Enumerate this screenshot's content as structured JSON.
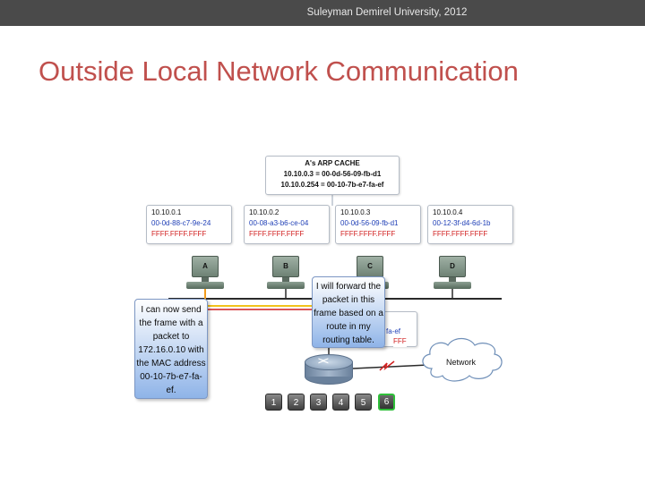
{
  "header": {
    "university": "Suleyman Demirel University, 2012"
  },
  "slide": {
    "title": "Outside Local Network Communication"
  },
  "arp_cache": {
    "title": "A's ARP CACHE",
    "entries": [
      "10.10.0.3 = 00-0d-56-09-fb-d1",
      "10.10.0.254 = 00-10-7b-e7-fa-ef"
    ]
  },
  "hosts": [
    {
      "label": "A",
      "ip": "10.10.0.1",
      "mac": "00-0d-88-c7-9e-24",
      "broadcast": "FFFF.FFFF.FFFF"
    },
    {
      "label": "B",
      "ip": "10.10.0.2",
      "mac": "00-08-a3-b6-ce-04",
      "broadcast": "FFFF.FFFF.FFFF"
    },
    {
      "label": "C",
      "ip": "10.10.0.3",
      "mac": "00-0d-56-09-fb-d1",
      "broadcast": "FFFF.FFFF.FFFF"
    },
    {
      "label": "D",
      "ip": "10.10.0.4",
      "mac": "00-12-3f-d4-6d-1b",
      "broadcast": "FFFF.FFFF.FFFF"
    }
  ],
  "bubbles": {
    "host_a": "I can now send the frame with a packet to 172.16.0.10 with the MAC address 00-10-7b-e7-fa-ef.",
    "router": "I will forward the packet in this frame based on a route in my routing table."
  },
  "router_box_partial": {
    "mac": "fa-ef",
    "broadcast": "FFF"
  },
  "network_label": "Network",
  "steps": [
    "1",
    "2",
    "3",
    "4",
    "5",
    "6"
  ],
  "active_step": "6",
  "colors": {
    "title": "#c0504d",
    "mac": "#1f3fb6",
    "broadcast": "#d11f1f",
    "active_step_border": "#2fbf3a"
  }
}
